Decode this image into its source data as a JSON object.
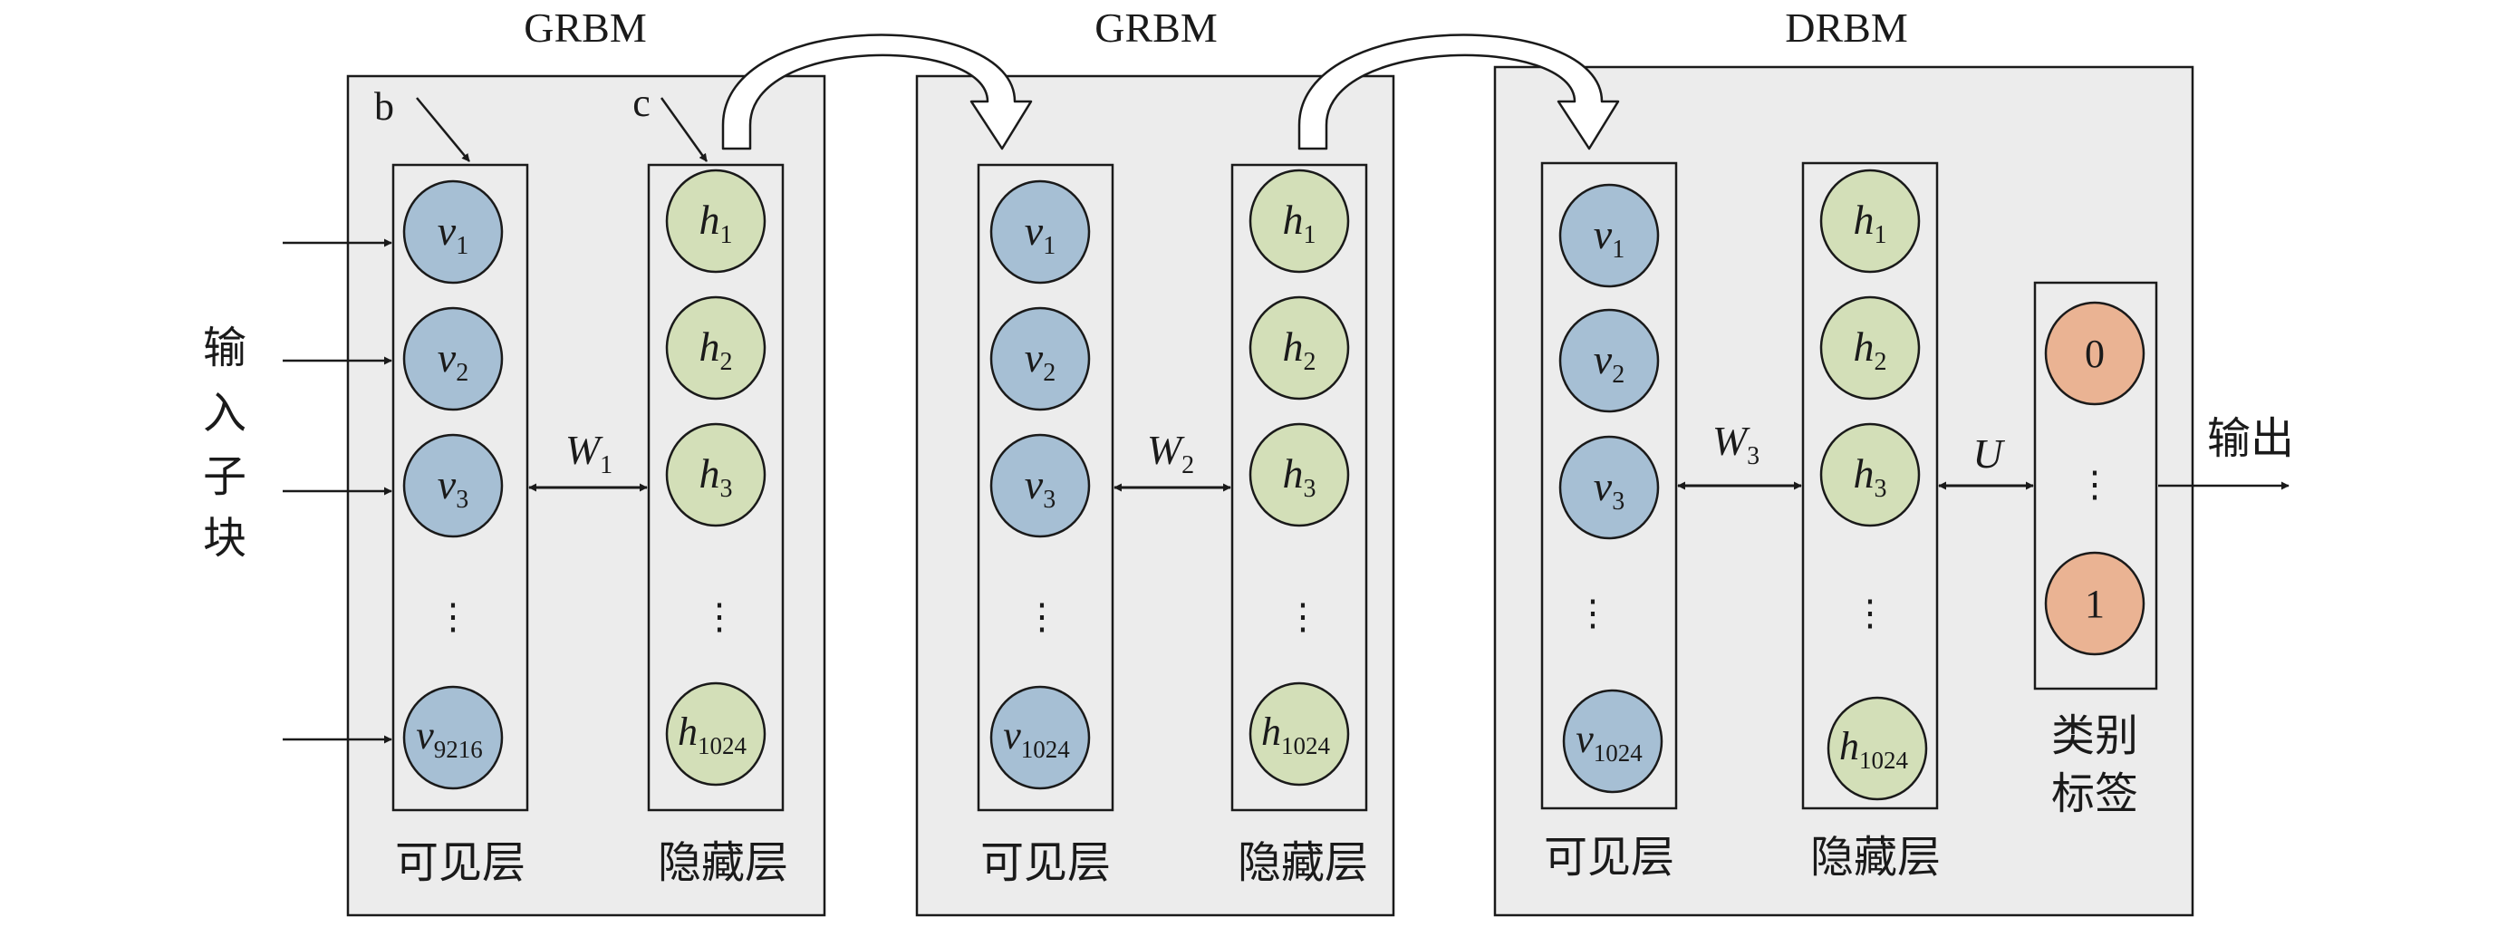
{
  "blocks": [
    {
      "title": "GRBM",
      "bias_visible": "b",
      "bias_hidden": "c",
      "visible_layer": {
        "caption": "可见层",
        "units": [
          {
            "sym": "v",
            "sub": "1"
          },
          {
            "sym": "v",
            "sub": "2"
          },
          {
            "sym": "v",
            "sub": "3"
          },
          {
            "sym": "⋮",
            "sub": ""
          },
          {
            "sym": "v",
            "sub": "9216"
          }
        ]
      },
      "hidden_layer": {
        "caption": "隐藏层",
        "units": [
          {
            "sym": "h",
            "sub": "1"
          },
          {
            "sym": "h",
            "sub": "2"
          },
          {
            "sym": "h",
            "sub": "3"
          },
          {
            "sym": "⋮",
            "sub": ""
          },
          {
            "sym": "h",
            "sub": "1024"
          }
        ]
      },
      "weight": {
        "sym": "W",
        "sub": "1"
      }
    },
    {
      "title": "GRBM",
      "visible_layer": {
        "caption": "可见层",
        "units": [
          {
            "sym": "v",
            "sub": "1"
          },
          {
            "sym": "v",
            "sub": "2"
          },
          {
            "sym": "v",
            "sub": "3"
          },
          {
            "sym": "⋮",
            "sub": ""
          },
          {
            "sym": "v",
            "sub": "1024"
          }
        ]
      },
      "hidden_layer": {
        "caption": "隐藏层",
        "units": [
          {
            "sym": "h",
            "sub": "1"
          },
          {
            "sym": "h",
            "sub": "2"
          },
          {
            "sym": "h",
            "sub": "3"
          },
          {
            "sym": "⋮",
            "sub": ""
          },
          {
            "sym": "h",
            "sub": "1024"
          }
        ]
      },
      "weight": {
        "sym": "W",
        "sub": "2"
      }
    },
    {
      "title": "DRBM",
      "visible_layer": {
        "caption": "可见层",
        "units": [
          {
            "sym": "v",
            "sub": "1"
          },
          {
            "sym": "v",
            "sub": "2"
          },
          {
            "sym": "v",
            "sub": "3"
          },
          {
            "sym": "⋮",
            "sub": ""
          },
          {
            "sym": "v",
            "sub": "1024"
          }
        ]
      },
      "hidden_layer": {
        "caption": "隐藏层",
        "units": [
          {
            "sym": "h",
            "sub": "1"
          },
          {
            "sym": "h",
            "sub": "2"
          },
          {
            "sym": "h",
            "sub": "3"
          },
          {
            "sym": "⋮",
            "sub": ""
          },
          {
            "sym": "h",
            "sub": "1024"
          }
        ]
      },
      "weight": {
        "sym": "W",
        "sub": "3"
      },
      "label_layer": {
        "caption_line1": "类别",
        "caption_line2": "标签",
        "units": [
          "0",
          "⋮",
          "1"
        ]
      },
      "label_weight": "U"
    }
  ],
  "input_label": [
    "输",
    "入",
    "子",
    "块"
  ],
  "output_label": "输出",
  "colors": {
    "block_fill": "#ececec",
    "visible_unit": "#a6bfd4",
    "hidden_unit": "#d3dfb8",
    "label_unit": "#eab393",
    "line": "#1a1a1a"
  }
}
